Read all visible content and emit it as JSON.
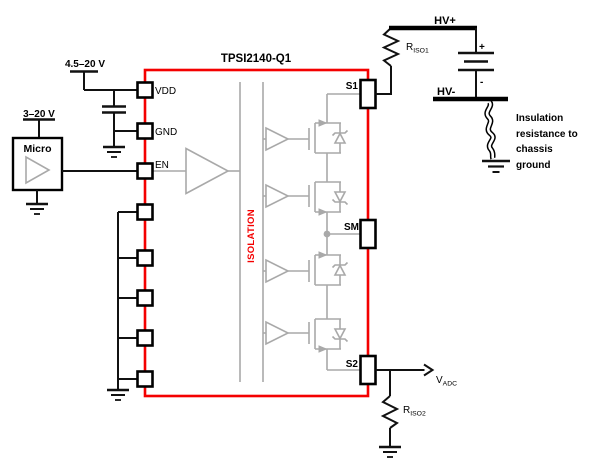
{
  "colors": {
    "accent_red": "#f40000",
    "line_gray": "#a9a9a9",
    "ink": "#111111"
  },
  "chip": {
    "title": "TPSI2140-Q1",
    "isolation_label": "ISOLATION",
    "pin_labels": {
      "vdd": "VDD",
      "gnd": "GND",
      "en": "EN",
      "s1": "S1",
      "sm": "SM",
      "s2": "S2"
    }
  },
  "left_side": {
    "vdd_supply_label": "4.5–20 V",
    "micro_supply_label": "3–20 V",
    "micro_block_label": "Micro"
  },
  "right_side": {
    "hv_plus_label": "HV+",
    "hv_minus_label": "HV-",
    "battery_plus": "+",
    "battery_minus": "-",
    "riso1": {
      "base": "R",
      "sub": "ISO1"
    },
    "riso2": {
      "base": "R",
      "sub": "ISO2"
    },
    "vadc": {
      "base": "V",
      "sub": "ADC"
    },
    "insulation_note": [
      "Insulation",
      "resistance to",
      "chassis",
      "ground"
    ]
  }
}
